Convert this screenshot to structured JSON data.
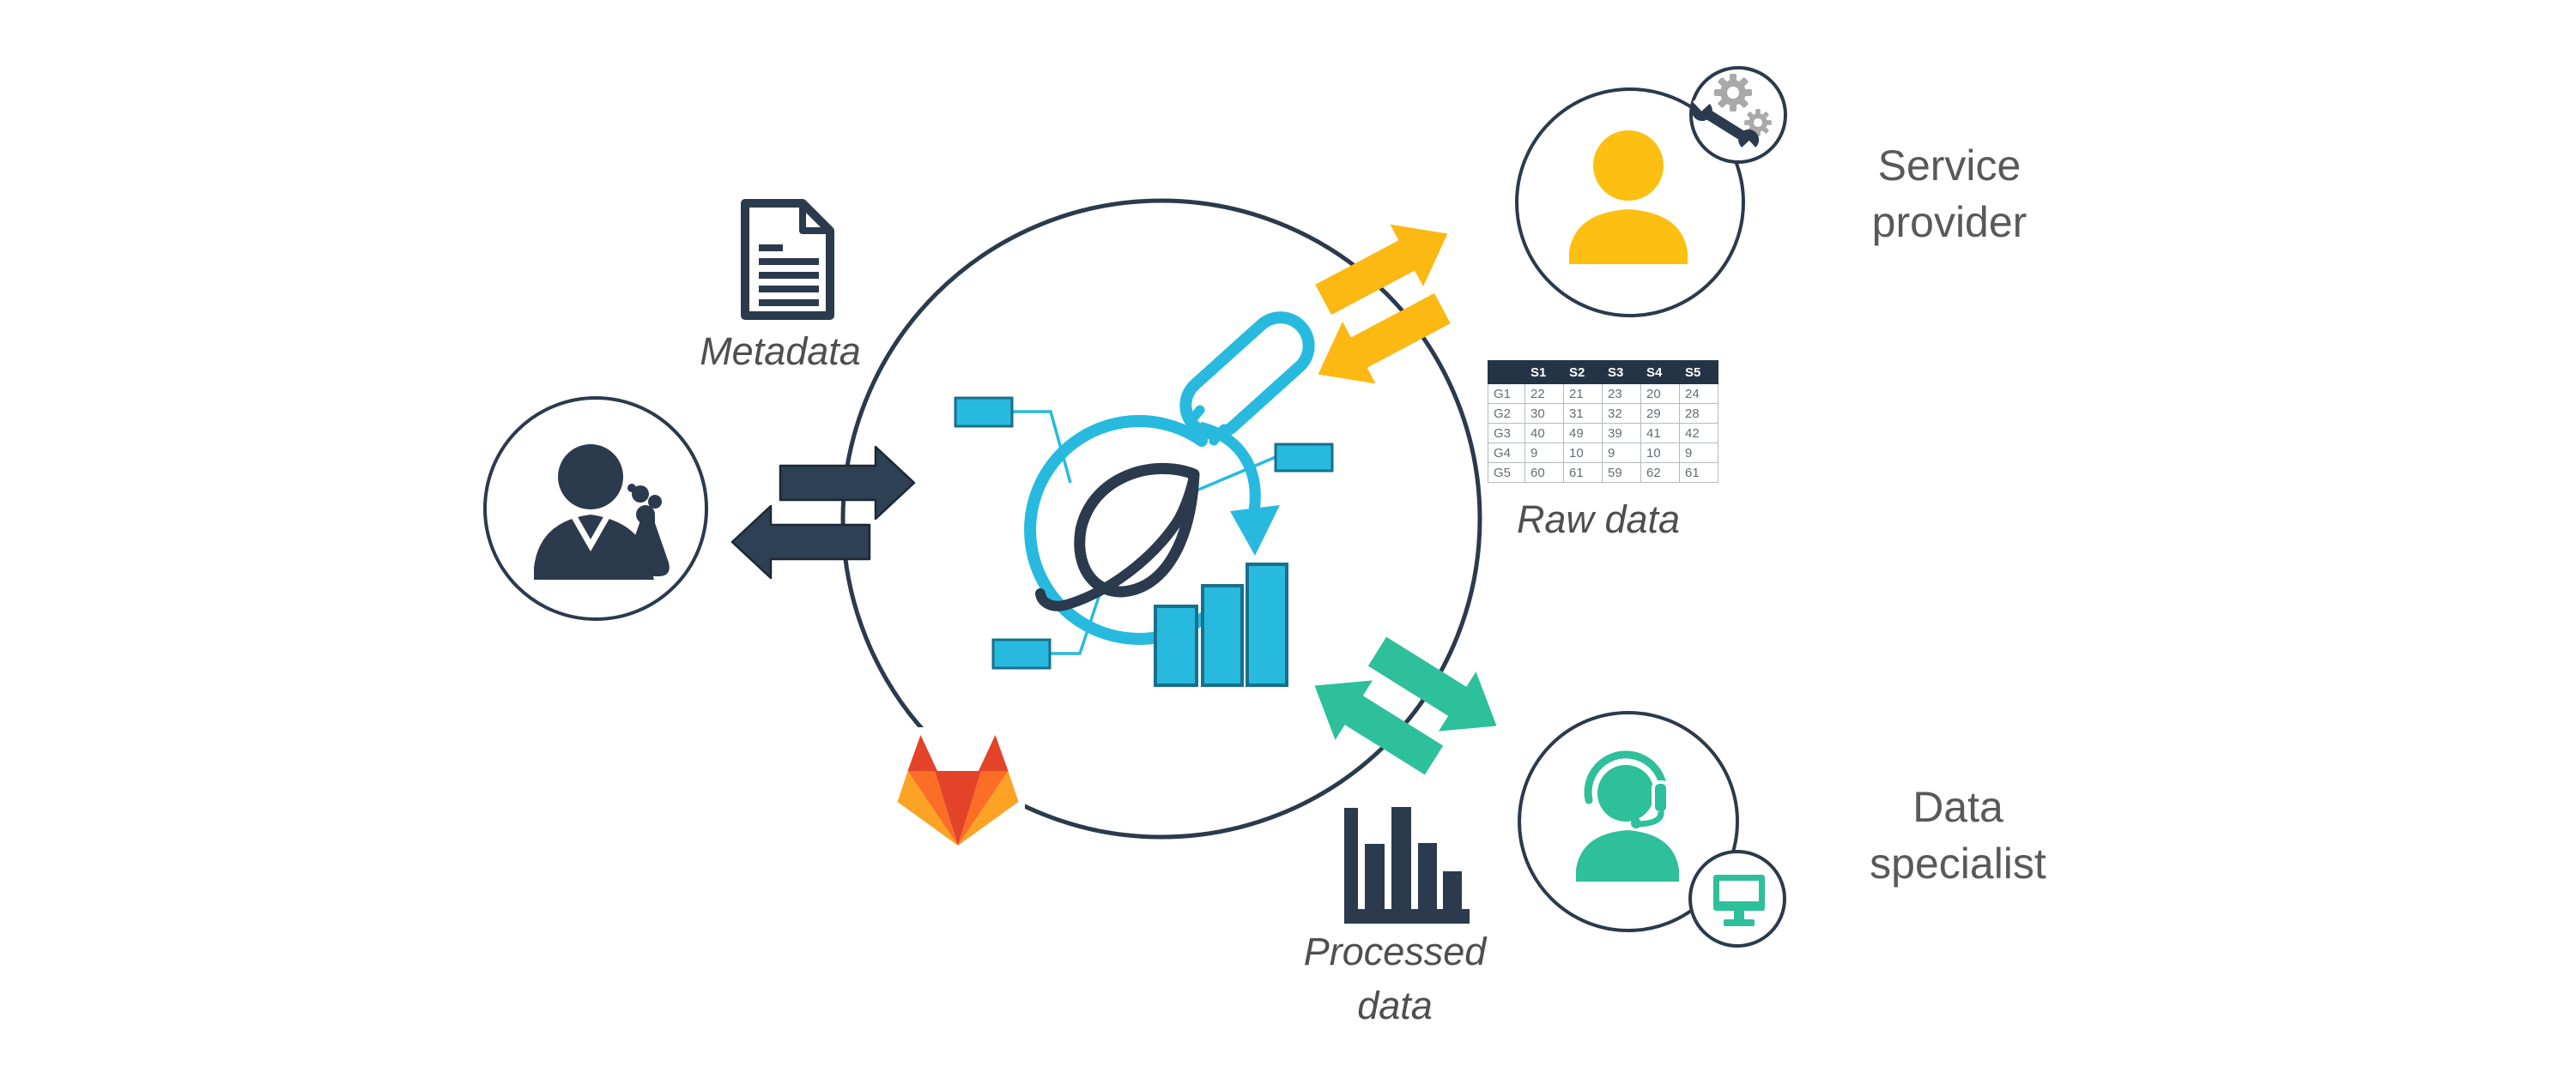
{
  "labels": {
    "metadata": "Metadata",
    "raw_data": "Raw data",
    "processed_data": {
      "line1": "Processed",
      "line2": "data"
    },
    "service_provider": {
      "line1": "Service",
      "line2": "provider"
    },
    "data_specialist": {
      "line1": "Data",
      "line2": "specialist"
    }
  },
  "raw_data_table": {
    "headers": [
      "",
      "S1",
      "S2",
      "S3",
      "S4",
      "S5"
    ],
    "rows": [
      {
        "label": "G1",
        "values": [
          "22",
          "21",
          "23",
          "20",
          "24"
        ]
      },
      {
        "label": "G2",
        "values": [
          "30",
          "31",
          "32",
          "29",
          "28"
        ]
      },
      {
        "label": "G3",
        "values": [
          "40",
          "49",
          "39",
          "41",
          "42"
        ]
      },
      {
        "label": "G4",
        "values": [
          "9",
          "10",
          "9",
          "10",
          "9"
        ]
      },
      {
        "label": "G5",
        "values": [
          "60",
          "61",
          "59",
          "62",
          "61"
        ]
      }
    ]
  },
  "icons": {
    "researcher": "scientist-flask-icon",
    "metadata": "document-icon",
    "central_platform": "magnifier-leaf-barchart-icon",
    "version_control": "gitlab-fox-logo",
    "service_provider": "person-icon",
    "service_provider_badge": "gears-wrench-icon",
    "data_specialist": "headset-agent-icon",
    "data_specialist_badge": "monitor-icon",
    "processed_data": "bar-chart-icon",
    "researcher_exchange": "two-way-horizontal-arrows",
    "service_exchange": "two-way-diagonal-arrows-yellow",
    "specialist_exchange": "two-way-diagonal-arrows-teal"
  },
  "colors": {
    "navy": "#2b3a4d",
    "arrow_navy": "#2e4053",
    "cyan": "#27bade",
    "cyan_border": "#17708c",
    "yellow": "#fcb813",
    "teal": "#2ebf9b",
    "label_gray": "#4f4f4f",
    "table_header_bg": "#243447",
    "gear_gray": "#a9a9a9",
    "gitlab_red": "#e24329",
    "gitlab_orange": "#fc6d26",
    "gitlab_amber": "#fca326"
  }
}
